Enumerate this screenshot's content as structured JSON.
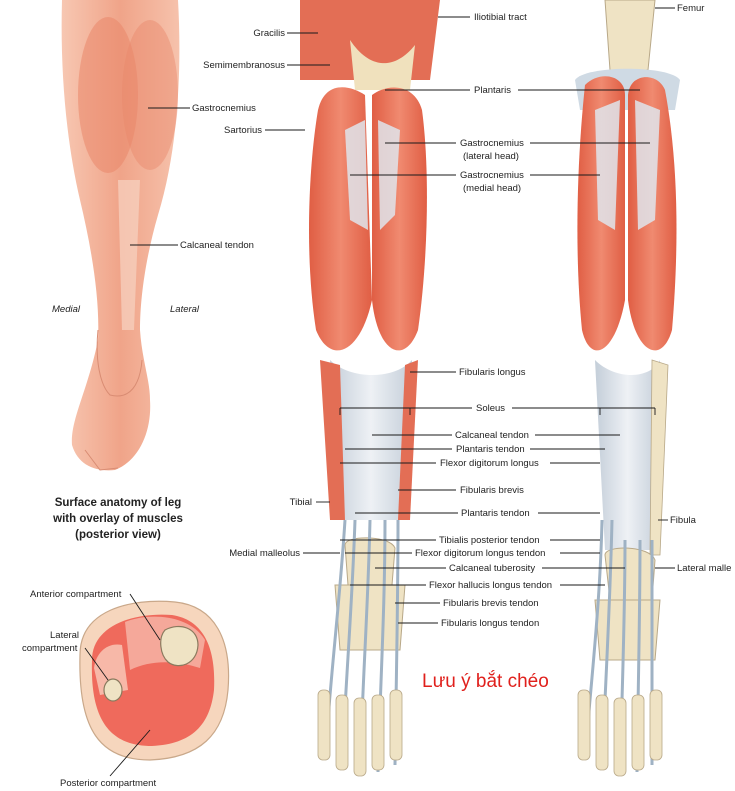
{
  "caption": {
    "line1": "Surface anatomy of leg",
    "line2": "with overlay of muscles",
    "line3": "(posterior view)"
  },
  "surface": {
    "gastrocnemius": "Gastrocnemius",
    "calcaneal_tendon": "Calcaneal tendon",
    "medial": "Medial",
    "lateral": "Lateral"
  },
  "middle": {
    "gracilis": "Gracilis",
    "semimembranosus": "Semimembranosus",
    "sartorius": "Sartorius",
    "iliotibial_tract": "Iliotibial tract",
    "plantaris": "Plantaris",
    "gastro_lateral_1": "Gastrocnemius",
    "gastro_lateral_2": "(lateral head)",
    "gastro_medial_1": "Gastrocnemius",
    "gastro_medial_2": "(medial head)",
    "fibularis_longus": "Fibularis longus",
    "soleus": "Soleus",
    "calcaneal_tendon": "Calcaneal tendon",
    "plantaris_tendon": "Plantaris tendon",
    "flexor_digitorum_longus": "Flexor digitorum longus",
    "tibial": "Tibial",
    "fibularis_brevis": "Fibularis brevis",
    "plantaris_tendon_2": "Plantaris tendon",
    "medial_malleolus": "Medial malleolus",
    "tibialis_posterior_tendon": "Tibialis posterior tendon",
    "fdl_tendon": "Flexor digitorum longus tendon",
    "calcaneal_tuberosity": "Calcaneal tuberosity",
    "fhl_tendon": "Flexor hallucis longus tendon",
    "fibularis_brevis_tendon": "Fibularis brevis tendon",
    "fibularis_longus_tendon": "Fibularis longus tendon"
  },
  "right": {
    "femur": "Femur",
    "fibula": "Fibula",
    "lateral_malleolus": "Lateral malle"
  },
  "cross_section": {
    "anterior": "Anterior compartment",
    "lateral_1": "Lateral",
    "lateral_2": "compartment",
    "posterior": "Posterior compartment"
  },
  "note": "Lưu ý bắt chéo",
  "colors": {
    "muscle": "#e8745a",
    "muscle_light": "#f2a48e",
    "tendon": "#d6dde6",
    "bone": "#efe6cf",
    "skin": "#f3b29a",
    "note_red": "#e0201c"
  }
}
